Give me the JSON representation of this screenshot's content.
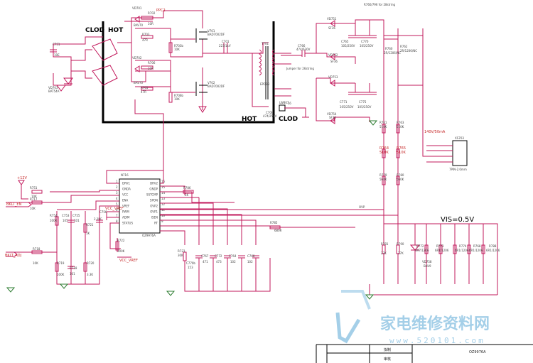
{
  "regions": {
    "clod_left": "CLOD",
    "hot_top": "HOT",
    "hot_bottom": "HOT",
    "clod_right": "CLOD"
  },
  "ic": {
    "ref": "N716",
    "part": "OZ9976A",
    "left_pins": [
      {
        "num": "1",
        "name": "DRV1"
      },
      {
        "num": "2",
        "name": "GNDA"
      },
      {
        "num": "3",
        "name": "VCC"
      },
      {
        "num": "4",
        "name": "ENA"
      },
      {
        "num": "5",
        "name": "VREF"
      },
      {
        "num": "6",
        "name": "PWM"
      },
      {
        "num": "7",
        "name": "ADIM"
      },
      {
        "num": "8",
        "name": "STATUS"
      }
    ],
    "right_pins": [
      {
        "num": "16",
        "name": "DRV2"
      },
      {
        "num": "15",
        "name": "GNDP"
      },
      {
        "num": "14",
        "name": "SSTCMP"
      },
      {
        "num": "13",
        "name": "SPON"
      },
      {
        "num": "12",
        "name": "OVP2"
      },
      {
        "num": "11",
        "name": "OVP1"
      },
      {
        "num": "10",
        "name": "ISEN"
      },
      {
        "num": "9",
        "name": "RT"
      }
    ]
  },
  "nets": {
    "p12v": "+12V",
    "bklt_en": "BKLT_EN",
    "bklt_adj": "BKLT_ADJ",
    "vcc_vref": "VCC_VREF",
    "vis": "VIS=0.5V",
    "xs_label": "140V/50mA",
    "xs_ref": "XS703",
    "xs_part": "7PIN-2.0mm",
    "ppc2": "PPC2",
    "jumper": "Jumper for 26string",
    "string28": "R760/796 for 28string",
    "ovp": "OVP"
  },
  "components": {
    "top_left": [
      {
        "ref": "VD701",
        "val": "BAV70"
      },
      {
        "ref": "R702",
        "val": "10R"
      },
      {
        "ref": "R703",
        "val": "47R"
      },
      {
        "ref": "R703b",
        "val": "10K"
      },
      {
        "ref": "V701",
        "val": "BAD7002DF"
      },
      {
        "ref": "VD702",
        "val": "BAV70"
      },
      {
        "ref": "R706",
        "val": "10R"
      },
      {
        "ref": "R705",
        "val": "47R"
      },
      {
        "ref": "R706b",
        "val": "10K"
      },
      {
        "ref": "V702",
        "val": "BAD7002DF"
      },
      {
        "ref": "C751",
        "val": "10E"
      },
      {
        "ref": "VD703",
        "val": "BAT54A"
      },
      {
        "ref": "T701",
        "val": ""
      },
      {
        "ref": "C701",
        "val": "223/1kV"
      },
      {
        "ref": "C766",
        "val": "474/630V"
      }
    ],
    "transformer": [
      {
        "ref": "T701",
        "val": "EPD38"
      },
      {
        "ref": "C708",
        "val": "474/250V"
      },
      {
        "ref": "LW807",
        "val": "L6"
      }
    ],
    "top_right": [
      {
        "ref": "VD751",
        "val": "SF36"
      },
      {
        "ref": "C765",
        "val": "105/250V"
      },
      {
        "ref": "C770",
        "val": "105/250V"
      },
      {
        "ref": "R760",
        "val": "2R/1206/NC"
      },
      {
        "ref": "R762",
        "val": "2R/1206/NC"
      },
      {
        "ref": "VD752",
        "val": "SF36"
      },
      {
        "ref": "VD753",
        "val": "SF36"
      },
      {
        "ref": "VD754",
        "val": "SF36"
      },
      {
        "ref": "C771",
        "val": "105/250V"
      },
      {
        "ref": "C775",
        "val": "105/250V"
      }
    ],
    "dividers": [
      {
        "ref": "R761",
        "val": "510K"
      },
      {
        "ref": "R763",
        "val": "510K"
      },
      {
        "ref": "R764",
        "val": "510K"
      },
      {
        "ref": "R765",
        "val": "510K"
      },
      {
        "ref": "R779",
        "val": "560K"
      },
      {
        "ref": "R780",
        "val": "560K"
      }
    ],
    "sense": [
      {
        "ref": "R781",
        "val": "27K"
      },
      {
        "ref": "R790",
        "val": "27K"
      },
      {
        "ref": "R772",
        "val": "4R7/1206"
      },
      {
        "ref": "R773",
        "val": "6R1/1206"
      },
      {
        "ref": "R774",
        "val": "6R1/1206"
      },
      {
        "ref": "R768",
        "val": "6R1/1206"
      },
      {
        "ref": "R788",
        "val": "6R1/1206"
      },
      {
        "ref": "VD758",
        "val": "BAV9"
      }
    ],
    "left_bottom": [
      {
        "ref": "R751",
        "val": "10K"
      },
      {
        "ref": "R717",
        "val": "10K"
      },
      {
        "ref": "R754",
        "val": "100K"
      },
      {
        "ref": "C753",
        "val": "105"
      },
      {
        "ref": "C755",
        "val": "101"
      },
      {
        "ref": "C756",
        "val": "2.2UF"
      },
      {
        "ref": "R721",
        "val": "1K"
      },
      {
        "ref": "R722",
        "val": "100K"
      },
      {
        "ref": "R718",
        "val": "10K"
      },
      {
        "ref": "R719",
        "val": "100K"
      },
      {
        "ref": "C718",
        "val": "101"
      },
      {
        "ref": "R720",
        "val": "3.3K"
      }
    ],
    "mid_bottom": [
      {
        "ref": "R786",
        "val": "1K"
      },
      {
        "ref": "R785",
        "val": "680R"
      },
      {
        "ref": "R723",
        "val": "30K"
      },
      {
        "ref": "C770b",
        "val": "153"
      },
      {
        "ref": "C767",
        "val": "471"
      },
      {
        "ref": "C772",
        "val": "473"
      },
      {
        "ref": "C764",
        "val": "102"
      },
      {
        "ref": "C768",
        "val": "102"
      }
    ]
  },
  "title_block": {
    "row1": "拟制",
    "row2": "审核",
    "drawing": "OZ9976A"
  },
  "watermark": {
    "cn": "家电维修资料网",
    "url": "www.520101.com"
  }
}
